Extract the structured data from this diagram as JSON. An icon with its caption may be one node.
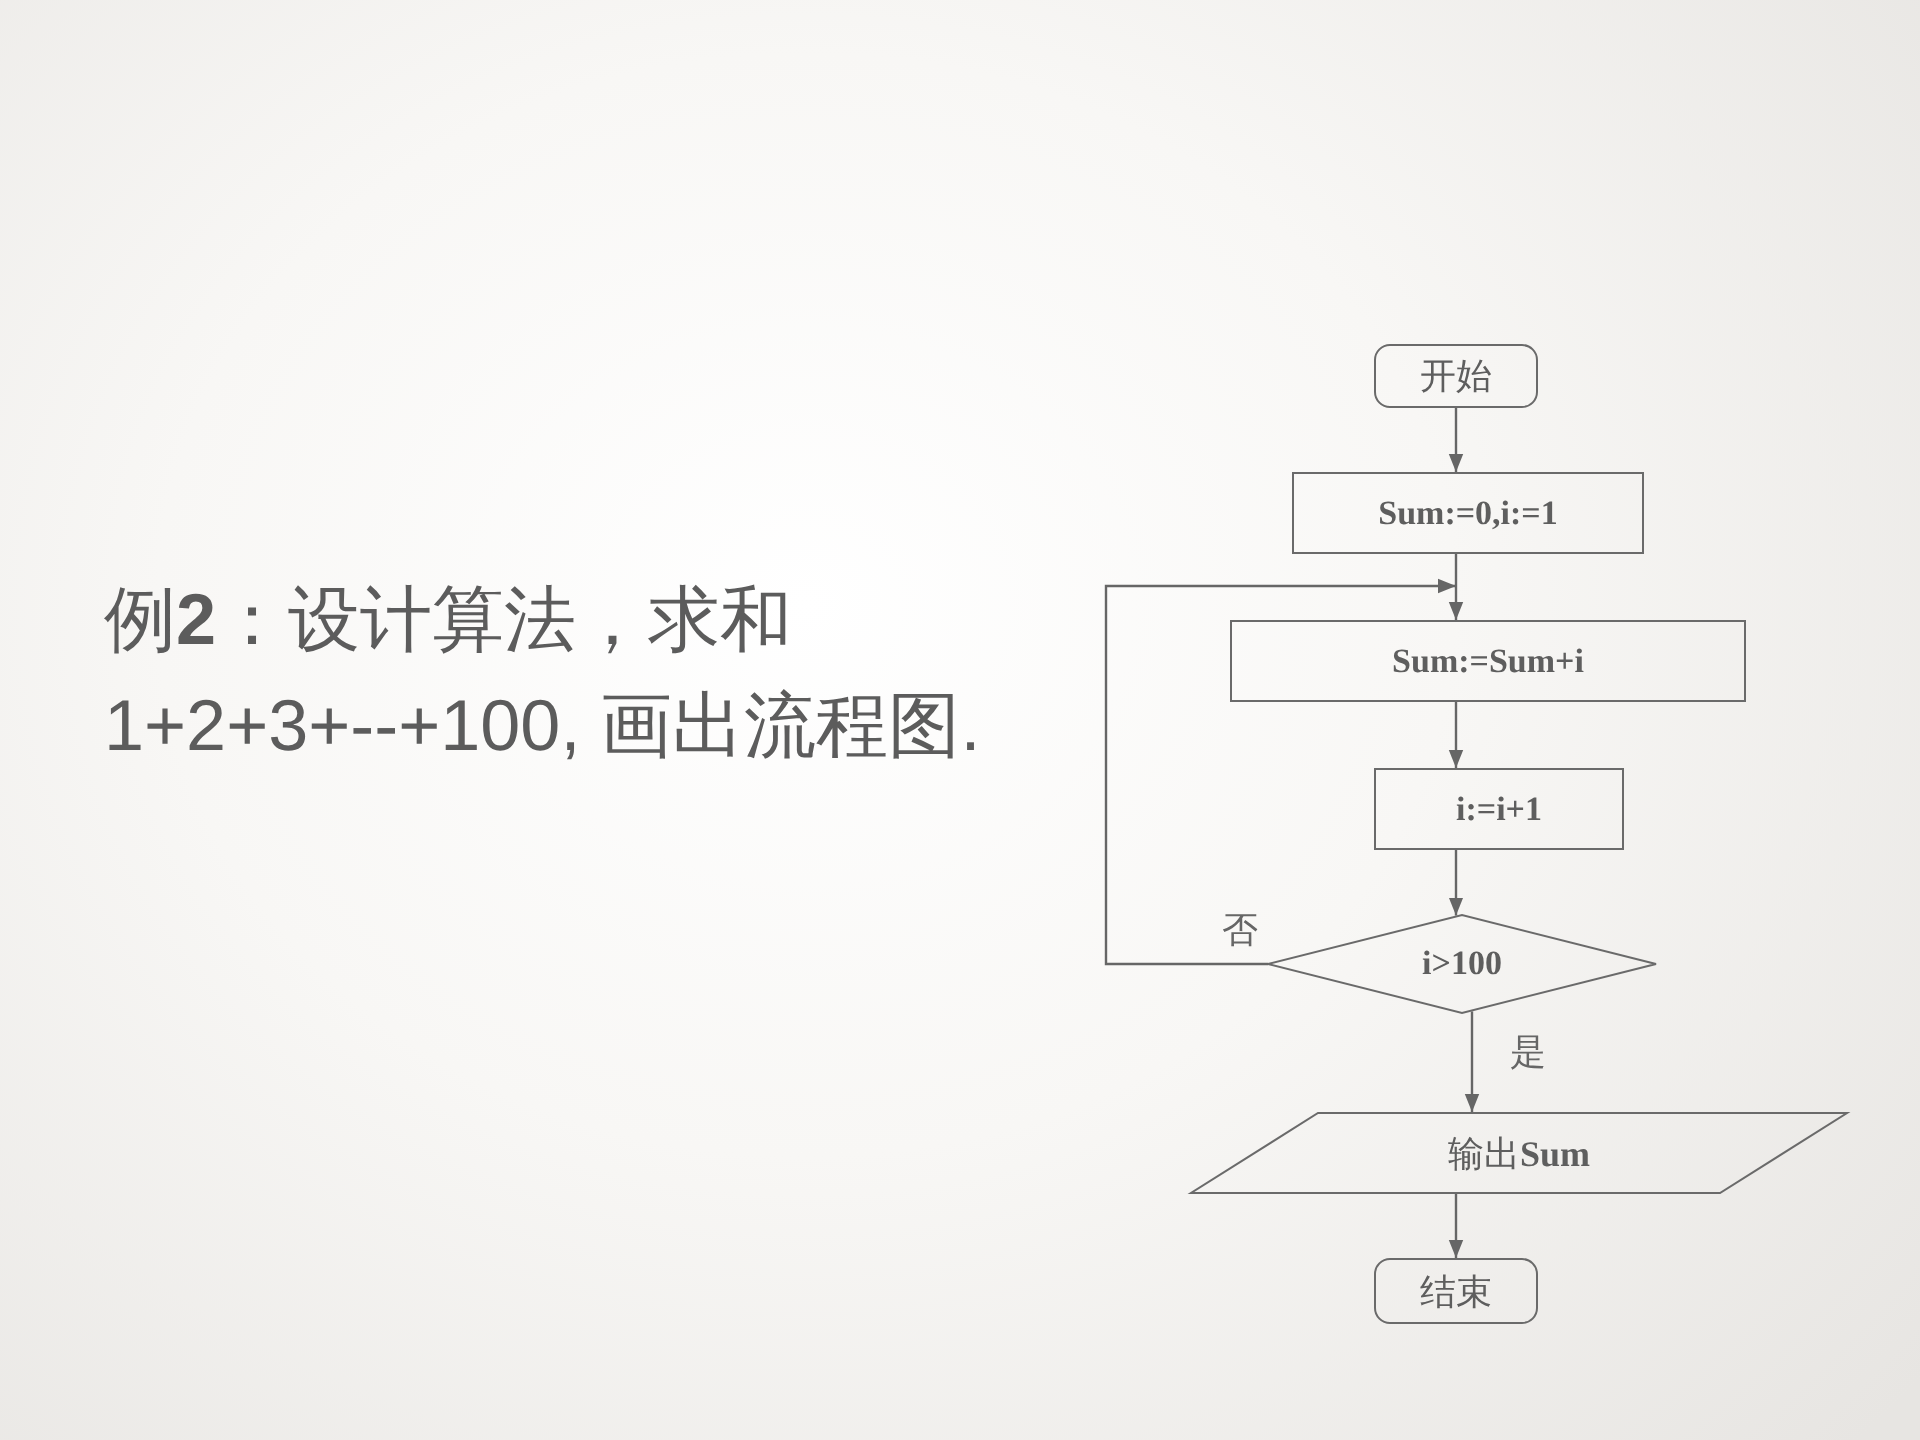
{
  "diagram": {
    "title": "例**2**：设计算法，求和1+2+3+--+100, 画出流程图.",
    "nodes": [
      {
        "text": [
          "开始"
        ]
      },
      {
        "text": [
          "Sum:=0,i:=1"
        ]
      },
      {
        "text": [
          "Sum:=Sum+i"
        ]
      },
      {
        "text": [
          "i:=i+1"
        ]
      },
      {
        "text": [
          "i>100"
        ]
      },
      {
        "text": [
          "输出**Sum**"
        ]
      },
      {
        "text": [
          "结束"
        ]
      }
    ],
    "edges": [
      {
        "from": 0,
        "to": 1,
        "arrow": "to"
      },
      {
        "from": 1,
        "to": 2,
        "arrow": "to"
      },
      {
        "from": 2,
        "to": 3,
        "arrow": "to"
      },
      {
        "from": 3,
        "to": 4,
        "arrow": "to"
      },
      {
        "from": 4,
        "to": 5,
        "arrow": "to",
        "label": "是"
      },
      {
        "from": 5,
        "to": 6,
        "arrow": "to"
      },
      {
        "from": 4,
        "to": 2,
        "arrow": "to",
        "label": "否"
      }
    ]
  }
}
